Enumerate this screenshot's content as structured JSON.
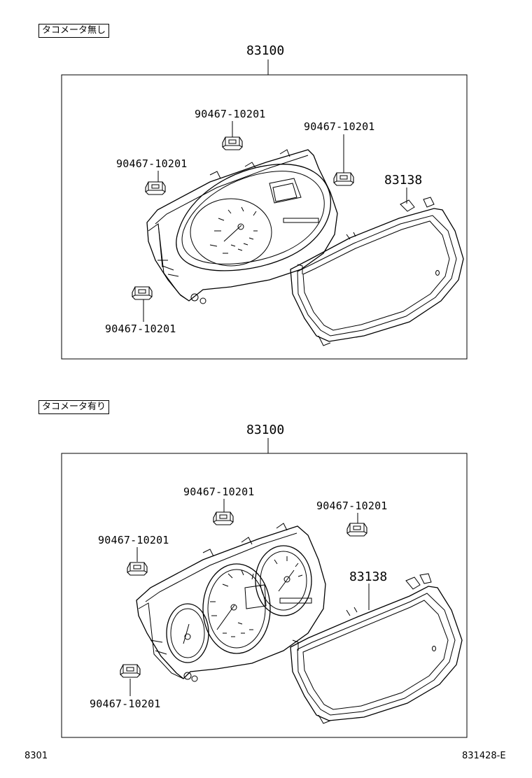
{
  "section1": {
    "tag": "タコメータ無し",
    "assembly": "83100",
    "clip_top": "90467-10201",
    "clip_right": "90467-10201",
    "clip_left": "90467-10201",
    "clip_bottom": "90467-10201",
    "cover": "83138"
  },
  "section2": {
    "tag": "タコメータ有り",
    "assembly": "83100",
    "clip_top": "90467-10201",
    "clip_right": "90467-10201",
    "clip_left": "90467-10201",
    "clip_bottom": "90467-10201",
    "cover": "83138"
  },
  "footer": {
    "left": "8301",
    "right": "831428-E"
  }
}
